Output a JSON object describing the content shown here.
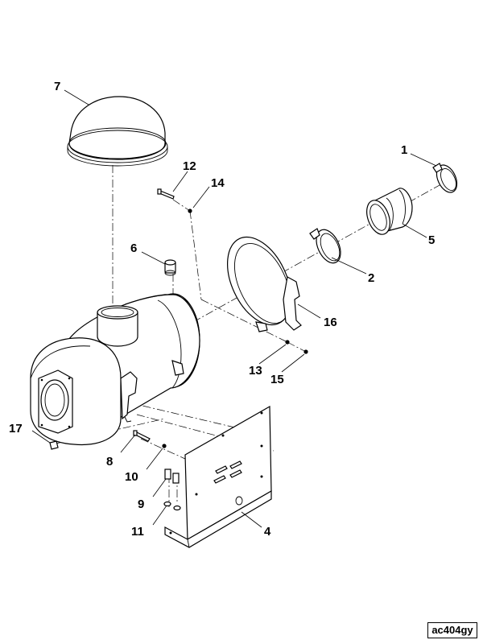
{
  "callouts": {
    "c1": "1",
    "c2": "2",
    "c4": "4",
    "c5": "5",
    "c6": "6",
    "c7": "7",
    "c8": "8",
    "c9": "9",
    "c10": "10",
    "c11": "11",
    "c12": "12",
    "c13": "13",
    "c14": "14",
    "c15": "15",
    "c16": "16",
    "c17": "17"
  },
  "reference_code": "ac404gy"
}
